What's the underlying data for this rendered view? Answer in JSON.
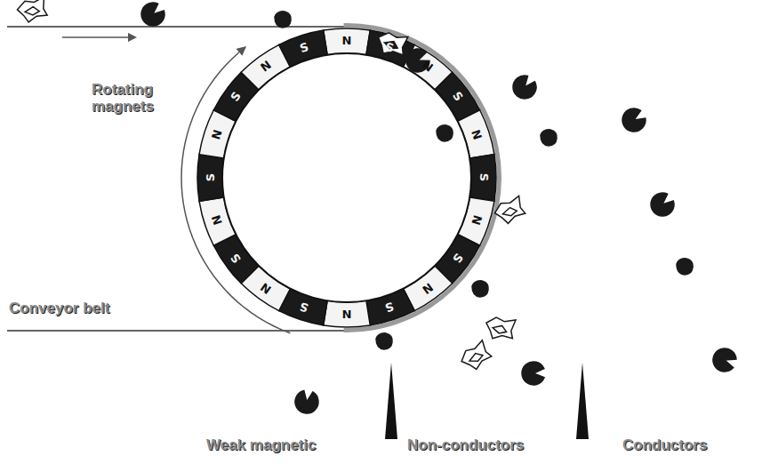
{
  "diagram": {
    "labels": [
      "Rotating magnets",
      "Conveyor belt",
      "Weak magnetic",
      "Non-conductors",
      "Conductors",
      "N",
      "S",
      "N",
      "S",
      "N",
      "S",
      "N",
      "S",
      "N",
      "S",
      "N",
      "S",
      "N",
      "S",
      "N",
      "S",
      "N",
      "S",
      "N",
      "S"
    ]
  }
}
